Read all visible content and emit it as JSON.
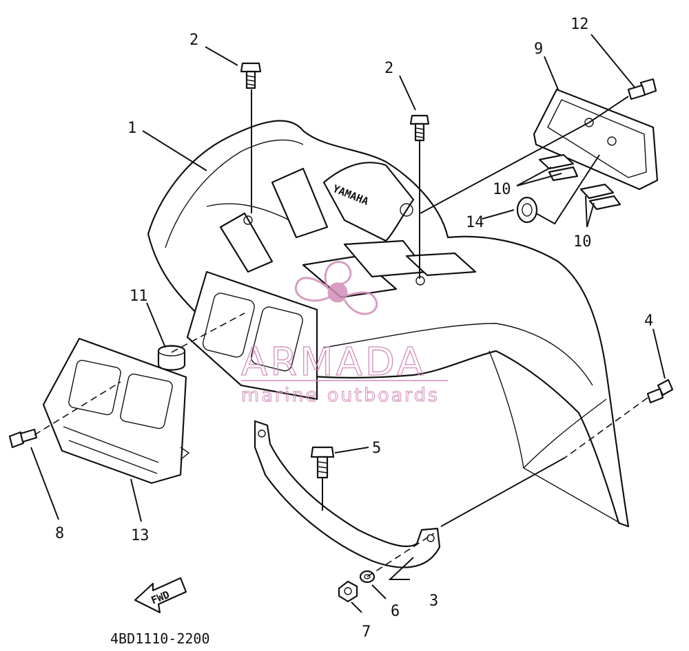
{
  "diagram": {
    "code": "4BD1110-2200",
    "fwd_label": "FWD",
    "brand_text": "YAMAHA",
    "callouts": [
      "1",
      "2",
      "2",
      "3",
      "4",
      "5",
      "6",
      "7",
      "8",
      "9",
      "10",
      "10",
      "11",
      "12",
      "13",
      "14"
    ]
  },
  "watermark": {
    "name": "ARMADA",
    "tagline": "marine outboards",
    "color": "#d28cb8"
  }
}
